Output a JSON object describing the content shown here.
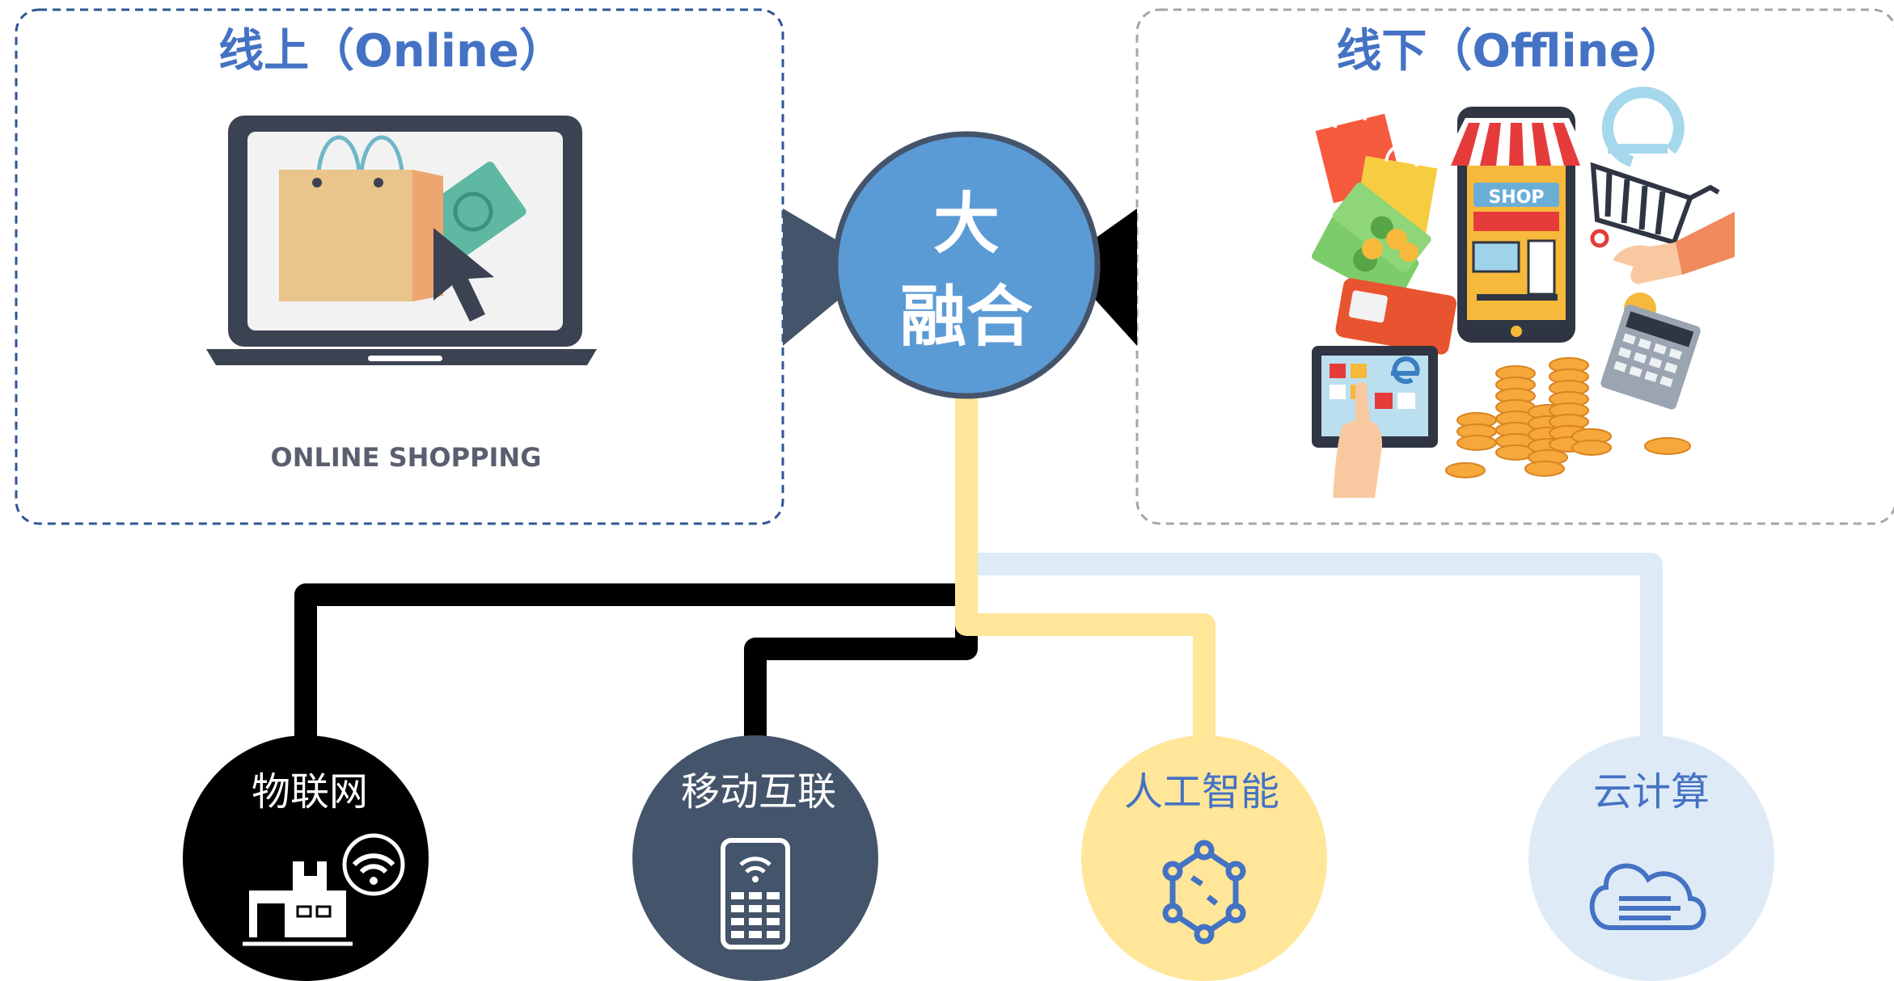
{
  "panels": {
    "online": {
      "title": "线上（Online）",
      "caption": "ONLINE SHOPPING"
    },
    "offline": {
      "title": "线下（Offline）",
      "shop_sign": "SHOP"
    }
  },
  "hub": {
    "line1": "大",
    "line2": "融合"
  },
  "nodes": [
    {
      "label": "物联网",
      "icon": "factory-wifi-icon"
    },
    {
      "label": "移动互联",
      "icon": "mobile-phone-icon"
    },
    {
      "label": "人工智能",
      "icon": "network-nodes-icon"
    },
    {
      "label": "云计算",
      "icon": "cloud-icon"
    }
  ],
  "colors": {
    "accent_blue": "#4472c4",
    "hub_fill": "#5b9bd5",
    "hub_border": "#44546a",
    "iot": "#000000",
    "mobile": "#44546a",
    "ai": "#ffe699",
    "cloud": "#deebf7"
  }
}
